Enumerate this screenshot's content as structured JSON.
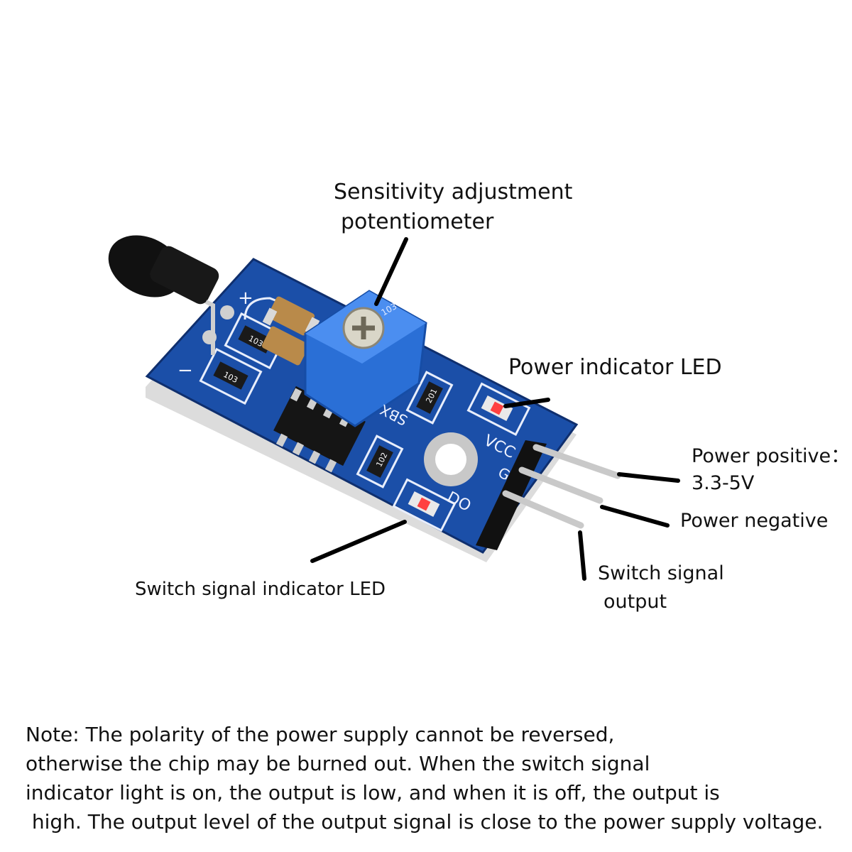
{
  "labels": {
    "potentiometer": [
      "Sensitivity adjustment",
      "potentiometer"
    ],
    "power_led": "Power indicator LED",
    "power_positive": [
      "Power positive：",
      "3.3-5V"
    ],
    "power_negative": "Power negative",
    "switch_output": [
      "Switch signal",
      "output"
    ],
    "switch_led": "Switch signal indicator LED"
  },
  "board": {
    "silk_plus": "+",
    "silk_minus": "−",
    "pin_vcc": "VCC",
    "pin_gnd": "G",
    "pin_do": "DO",
    "brand": "SBX",
    "res_1": "103",
    "res_2": "103",
    "res_3": "201",
    "res_4": "102",
    "pot_code": "103"
  },
  "note": [
    "Note: The polarity of the power supply cannot be reversed,",
    "otherwise the chip may be burned out. When the switch signal",
    "indicator light is on, the output is low, and when it is off, the output is",
    " high. The output level of the output signal is close to the power supply voltage."
  ],
  "colors": {
    "pcb": "#1b4fa8",
    "pcb_dark": "#0f2f6e",
    "pot": "#2a6fd6",
    "sensor": "#111111",
    "pin": "#c9c9c9"
  }
}
